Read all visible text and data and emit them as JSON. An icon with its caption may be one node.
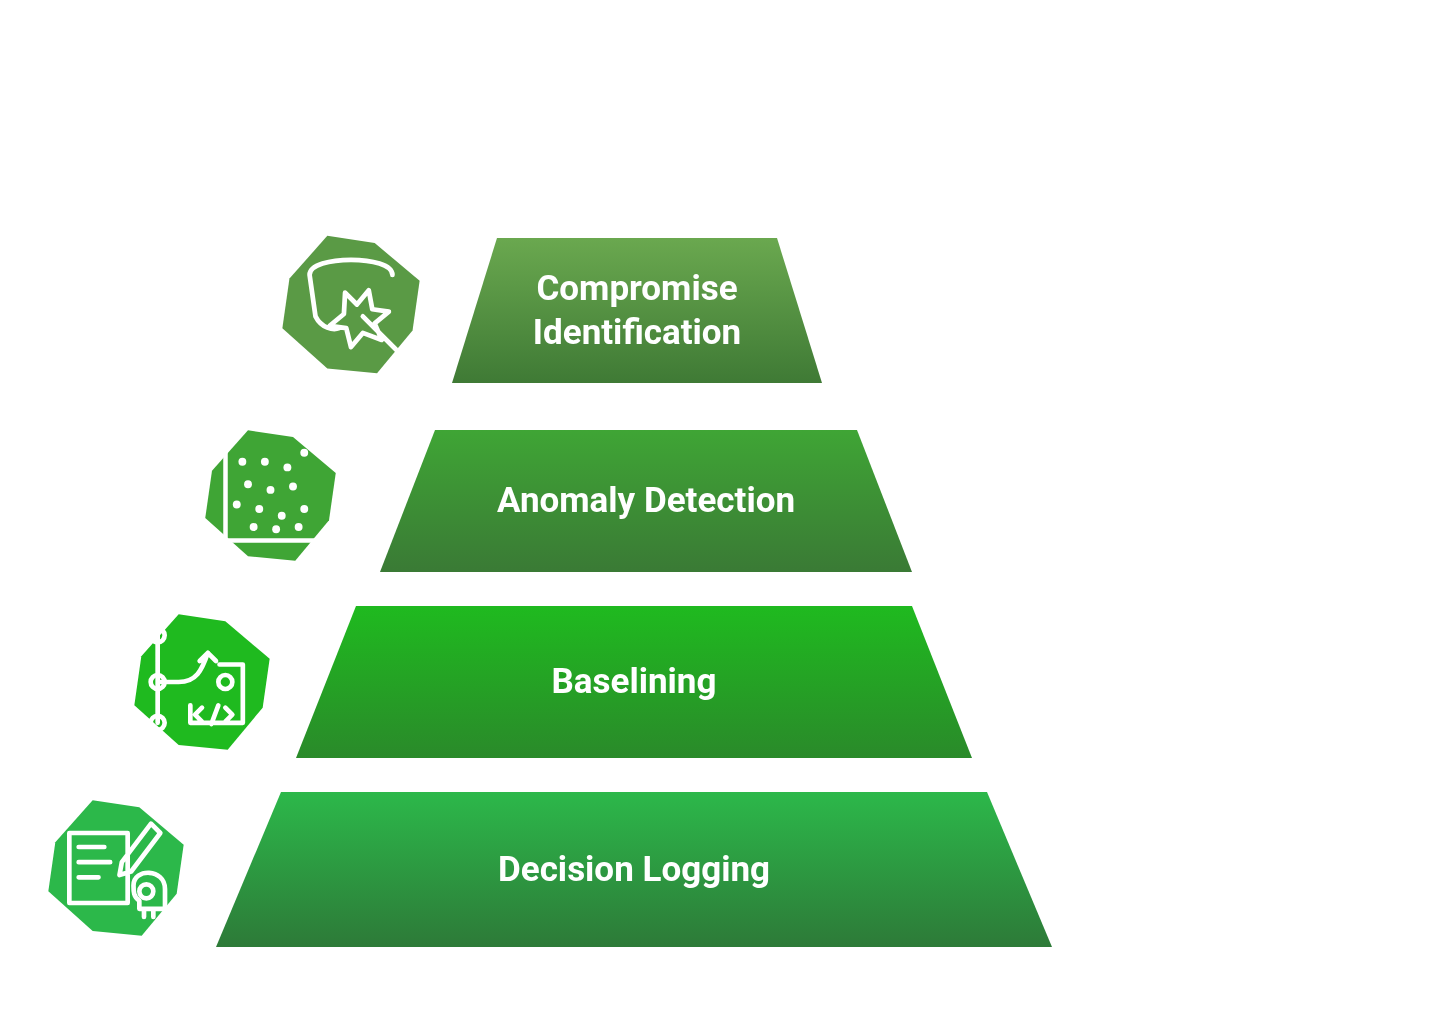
{
  "diagram": {
    "nodes": [
      {
        "text": [
          "Compromise Identification"
        ]
      },
      {
        "text": [
          "Anomaly Detection"
        ]
      },
      {
        "text": [
          "Baselining"
        ]
      },
      {
        "text": [
          "Decision Logging"
        ]
      }
    ]
  }
}
